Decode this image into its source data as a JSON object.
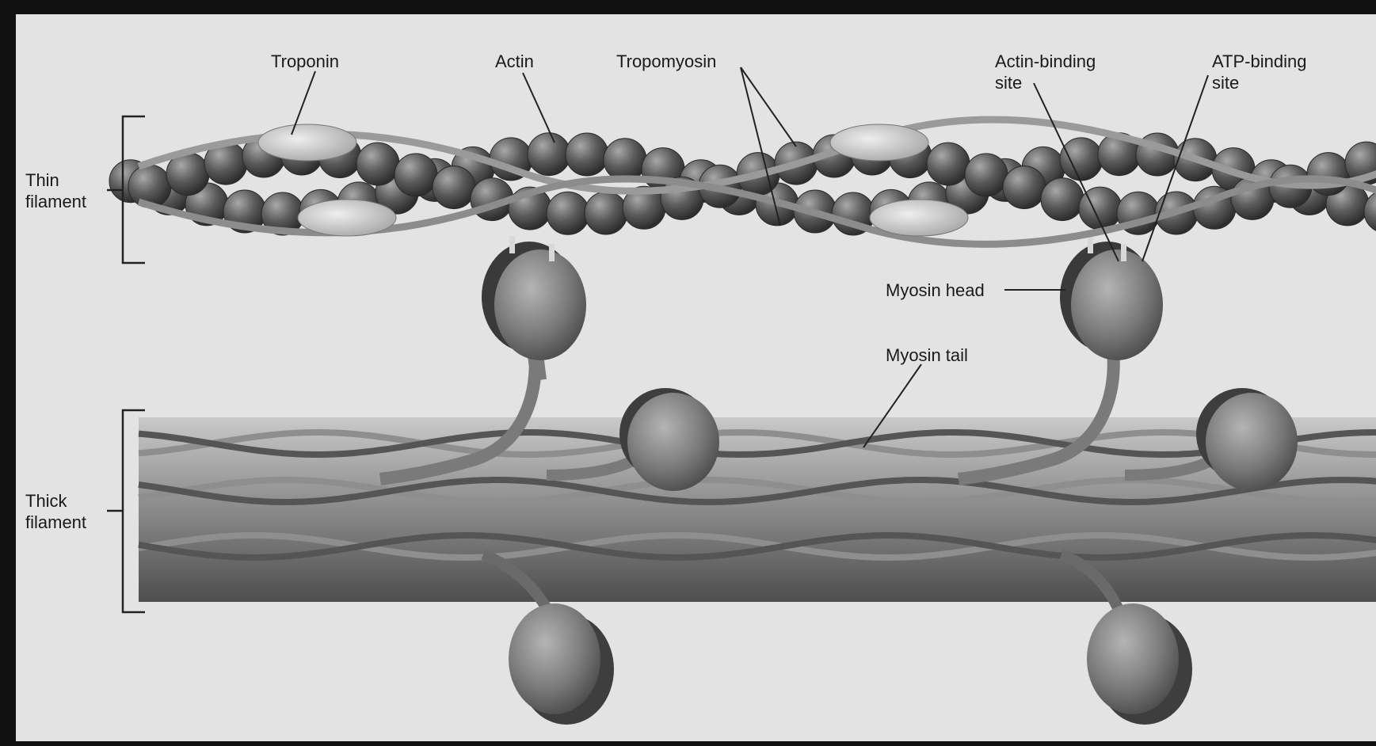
{
  "labels": {
    "troponin": "Troponin",
    "actin": "Actin",
    "tropomyosin": "Tropomyosin",
    "actin_binding_site": [
      "Actin-binding",
      "site"
    ],
    "atp_binding_site": [
      "ATP-binding",
      "site"
    ],
    "myosin_head": "Myosin head",
    "myosin_tail": "Myosin tail",
    "thin_filament": [
      "Thin",
      "filament"
    ],
    "thick_filament": [
      "Thick",
      "filament"
    ]
  },
  "colors": {
    "frame": "#111111",
    "background": "#e4e4e4",
    "actin_bead": "#555555",
    "tropomyosin": "#9a9a9a",
    "troponin": "#c8c8c8",
    "myosin_head": "#7c7c7c",
    "thick_rod": "#8a8a8a"
  }
}
